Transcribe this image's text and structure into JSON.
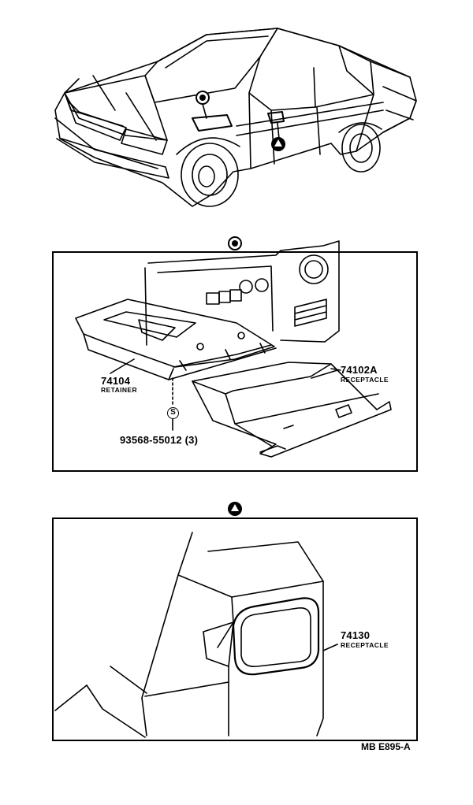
{
  "car_view": {
    "marker_top": "●",
    "marker_bottom": "▲"
  },
  "panel_a": {
    "marker": "●",
    "parts": [
      {
        "number": "74104",
        "name": "RETAINER"
      },
      {
        "number": "74102A",
        "name": "RECEPTACLE"
      },
      {
        "number": "93568-55012 (3)",
        "name": ""
      }
    ],
    "screw_symbol": "S"
  },
  "panel_b": {
    "marker": "▲",
    "parts": [
      {
        "number": "74130",
        "name": "RECEPTACLE"
      }
    ]
  },
  "drawing_code": "MB E895-A"
}
